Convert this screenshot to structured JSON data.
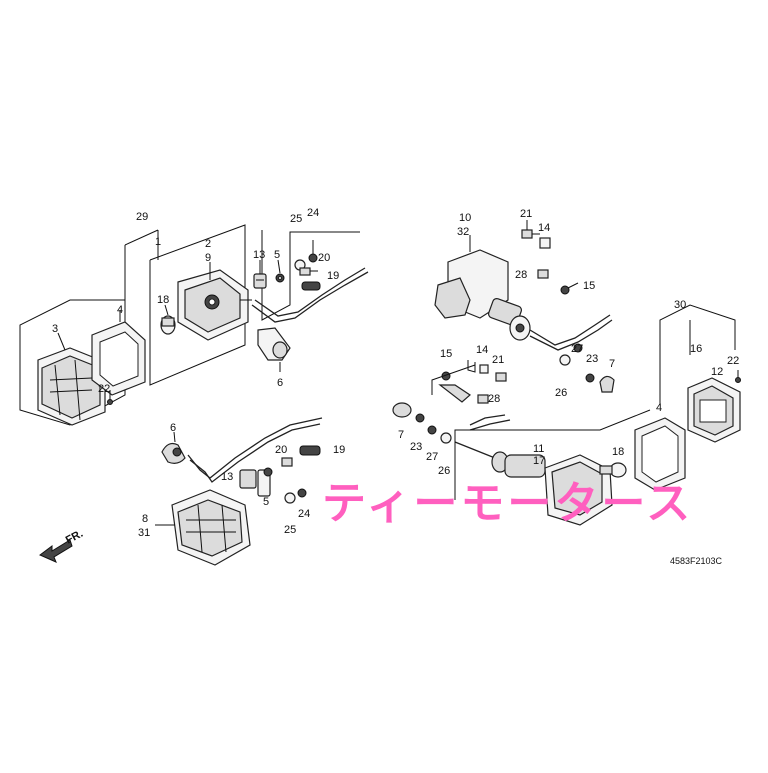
{
  "diagram": {
    "drawing_code": "4583F2103C",
    "front_marker": "FR.",
    "watermark": "ティーモータース",
    "callouts": {
      "c29": "29",
      "c1": "1",
      "c4a": "4",
      "c3": "3",
      "c22a": "22",
      "c18a": "18",
      "c2": "2",
      "c9": "9",
      "c13a": "13",
      "c5a": "5",
      "c25a": "25",
      "c24a": "24",
      "c20a": "20",
      "c19a": "19",
      "c6a": "6",
      "c6b": "6",
      "c20b": "20",
      "c19b": "19",
      "c13b": "13",
      "c5b": "5",
      "c8": "8",
      "c31": "31",
      "c24b": "24",
      "c25b": "25",
      "c10": "10",
      "c32": "32",
      "c21a": "21",
      "c14a": "14",
      "c28a": "28",
      "c15a": "15",
      "c15b": "15",
      "c14b": "14",
      "c21b": "21",
      "c27a": "27",
      "c23a": "23",
      "c7a": "7",
      "c26a": "26",
      "c28b": "28",
      "c7b": "7",
      "c23b": "23",
      "c27b": "27",
      "c26b": "26",
      "c11": "11",
      "c17": "17",
      "c18b": "18",
      "c4b": "4",
      "c30": "30",
      "c16": "16",
      "c22b": "22",
      "c12": "12"
    }
  }
}
